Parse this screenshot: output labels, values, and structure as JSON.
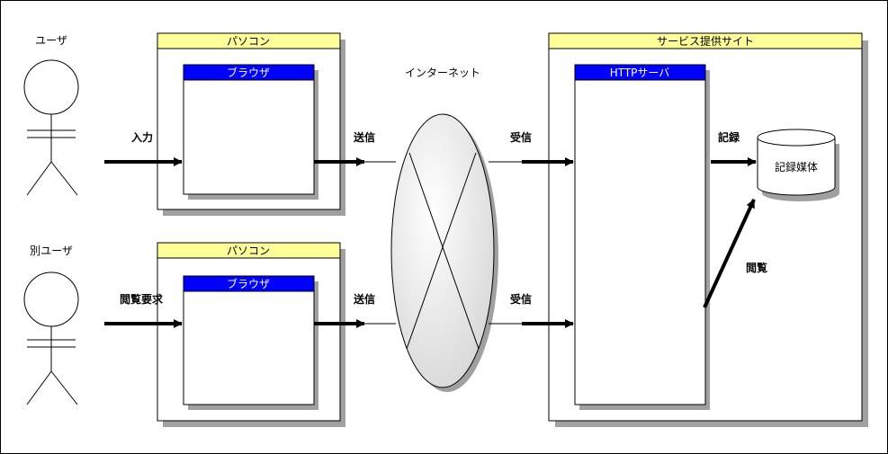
{
  "actors": {
    "user": "ユーザ",
    "other_user": "別ユーザ"
  },
  "pc_top": {
    "title": "パソコン",
    "browser": "ブラウザ"
  },
  "pc_bottom": {
    "title": "パソコン",
    "browser": "ブラウザ"
  },
  "internet": "インターネット",
  "site": {
    "title": "サービス提供サイト",
    "http_server": "HTTPサーバ",
    "storage": "記録媒体"
  },
  "arrows": {
    "input": "入力",
    "send_top": "送信",
    "receive_top": "受信",
    "record": "記録",
    "view_request": "閲覧要求",
    "send_bottom": "送信",
    "receive_bottom": "受信",
    "browse": "閲覧"
  },
  "colors": {
    "title_bar": "#ffff99",
    "browser_bar": "#0000ff",
    "shadow": "#a0a0a0",
    "ellipse_fill": "#e8e8e8"
  }
}
